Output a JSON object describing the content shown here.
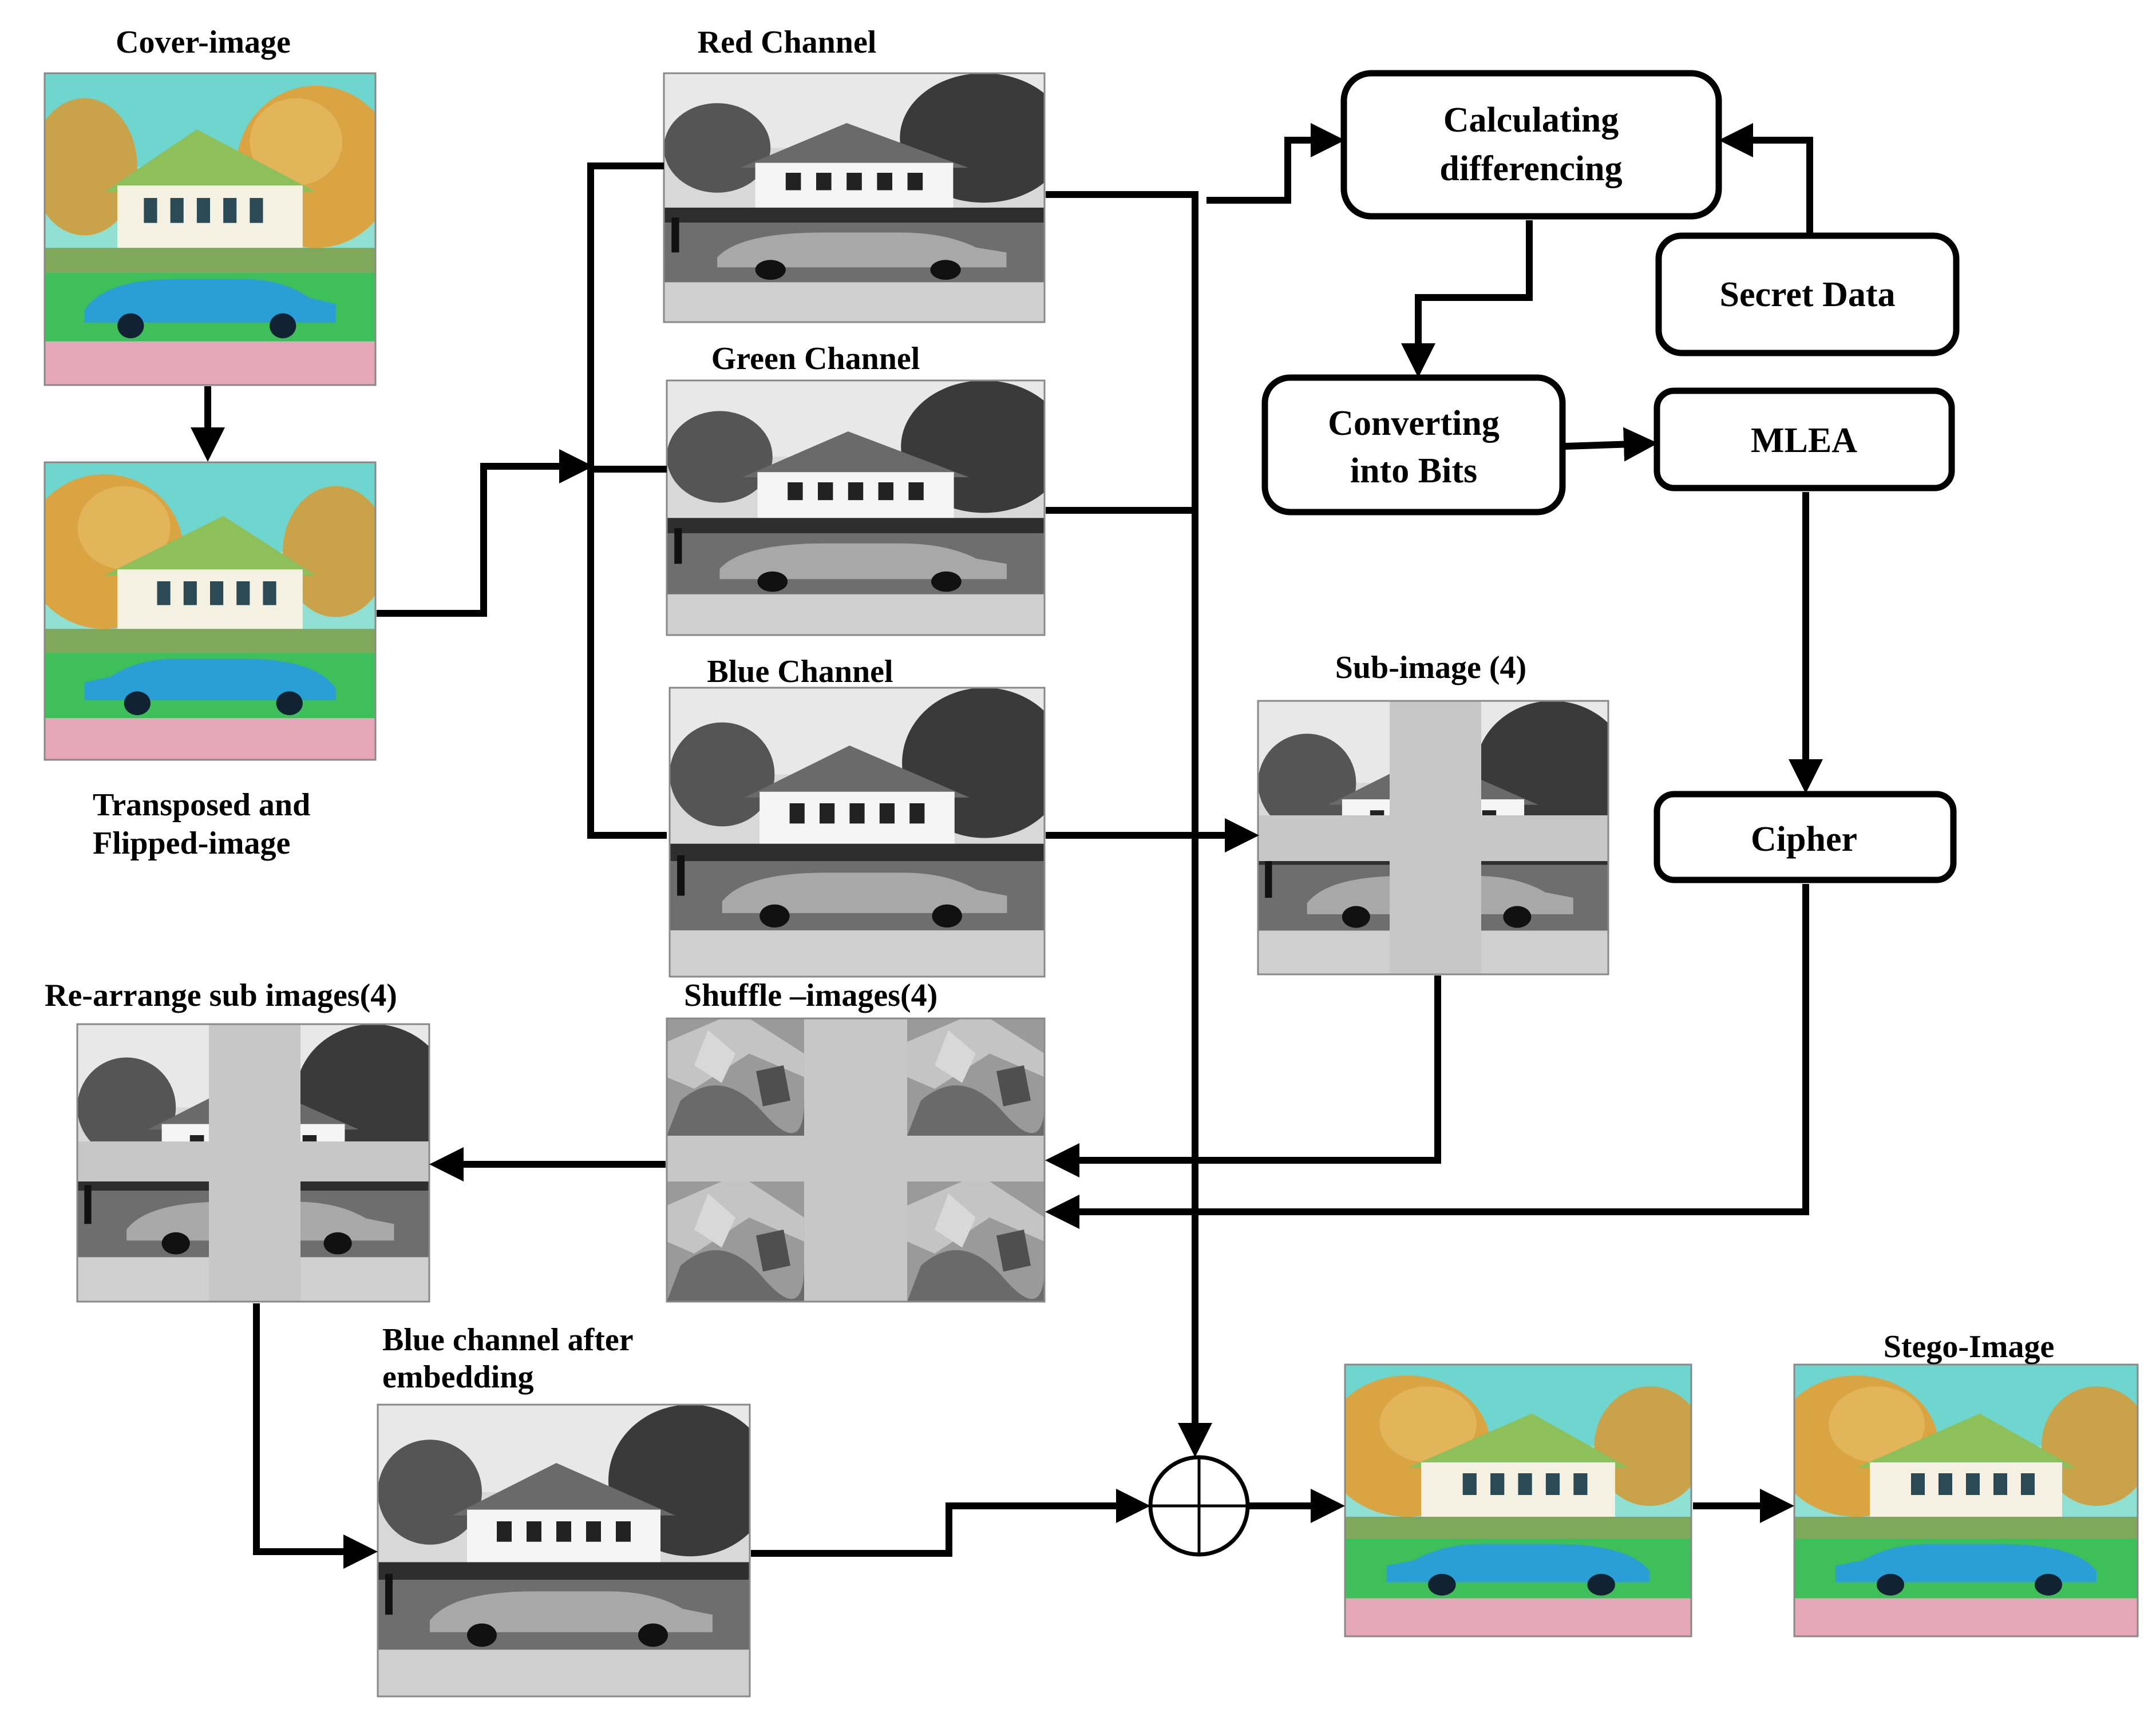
{
  "labels": {
    "cover": "Cover-image",
    "transposed_1": "Transposed and",
    "transposed_2": "Flipped-image",
    "red": "Red Channel",
    "green": "Green  Channel",
    "blue": "Blue  Channel",
    "subimage": "Sub-image (4)",
    "rearrange": "Re-arrange sub images(4)",
    "shuffle": "Shuffle –images(4)",
    "blue_after_1": "Blue channel after",
    "blue_after_2": "embedding",
    "stego": "Stego-Image"
  },
  "boxes": {
    "calc_1": "Calculating",
    "calc_2": "differencing",
    "secret": "Secret Data",
    "convert_1": "Converting",
    "convert_2": "into  Bits",
    "mlea": "MLEA",
    "cipher": "Cipher"
  },
  "colors": {
    "sky": "#6fd6cf",
    "grass": "#3fbf5a",
    "car": "#2a9fd6",
    "foliage": "#d9a441",
    "base": "#e6a7b9",
    "gray_fill": "#c7c7c7"
  },
  "icons": {
    "xor": "circled-plus-icon"
  }
}
